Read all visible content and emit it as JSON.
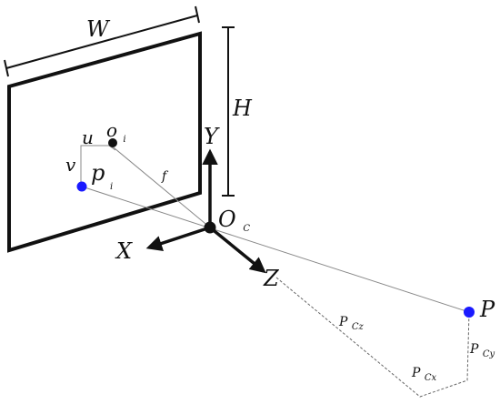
{
  "labels": {
    "width": "W",
    "height": "H",
    "principal_point": "o",
    "principal_point_sub": "i",
    "u": "u",
    "v": "v",
    "image_point": "p",
    "image_point_sub": "i",
    "focal_length": "f",
    "camera_center": "O",
    "camera_center_sub": "C",
    "axis_x": "X",
    "axis_y": "Y",
    "axis_z": "Z",
    "world_point": "P",
    "pcz_main": "P",
    "pcz_sub": "Cz",
    "pcy_main": "P",
    "pcy_sub": "Cy",
    "pcx_main": "P",
    "pcx_sub": "Cx"
  },
  "colors": {
    "stroke": "#111111",
    "point_blue": "#1a1aff",
    "thin_line": "#888888",
    "dashed_line": "#666666"
  }
}
